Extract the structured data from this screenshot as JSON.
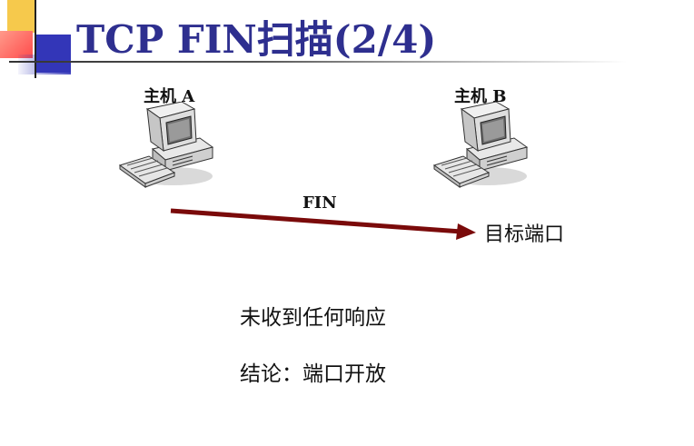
{
  "slide": {
    "title": "TCP  FIN扫描(2/4)",
    "host_a": {
      "label": "主机 A",
      "icon": "desktop-computer-icon"
    },
    "host_b": {
      "label": "主机 B",
      "icon": "desktop-computer-icon"
    },
    "packet": {
      "label": "FIN",
      "color": "#7a0a0a"
    },
    "target": "目标端口",
    "observation": "未收到任何响应",
    "conclusion": "结论：端口开放"
  },
  "colors": {
    "title": "#2e2f8f",
    "accent_yellow": "#f6c94c",
    "accent_red": "#ff4c4c",
    "accent_blue": "#3336b8",
    "arrow": "#7a0a0a"
  }
}
